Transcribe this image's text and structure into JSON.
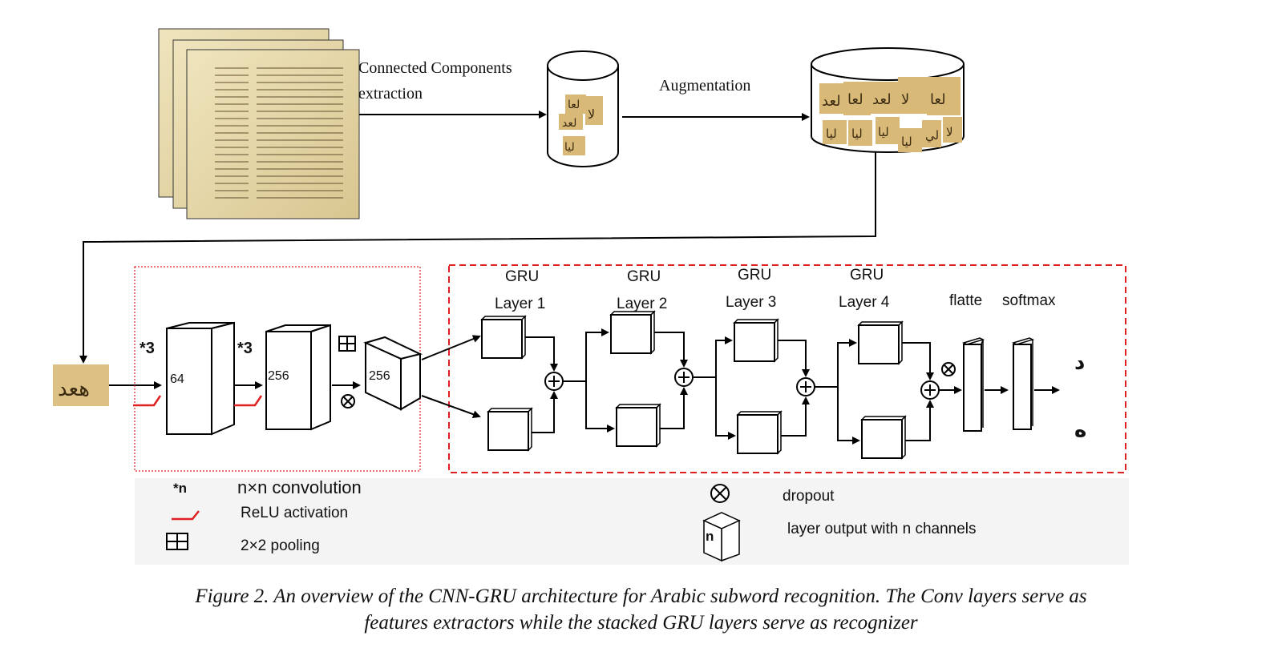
{
  "top": {
    "cc_label_line1": "Connected Components",
    "cc_label_line2": "extraction",
    "augmentation_label": "Augmentation"
  },
  "cnn": {
    "conv1_kernel": "*3",
    "conv1_channels": "64",
    "conv2_kernel": "*3",
    "conv2_channels": "256",
    "pool_channels": "256"
  },
  "gru": {
    "layers": [
      {
        "title": "GRU",
        "sub": "Layer 1"
      },
      {
        "title": "GRU",
        "sub": "Layer 2"
      },
      {
        "title": "GRU",
        "sub": "Layer 3"
      },
      {
        "title": "GRU",
        "sub": "Layer 4"
      }
    ],
    "flatten_label": "flatte",
    "softmax_label": "softmax",
    "output_top": "د",
    "output_bottom": "ه"
  },
  "legend": {
    "conv_symbol": "*n",
    "conv_text": "n×n convolution",
    "relu_text": "ReLU activation",
    "pool_text": "2×2 pooling",
    "dropout_text": "dropout",
    "layer_symbol": "n",
    "layer_text": "layer output with n channels"
  },
  "caption": {
    "line1": "Figure 2. An overview of the CNN-GRU architecture for Arabic subword recognition. The Conv layers serve as",
    "line2": "features extractors while the stacked GRU layers serve as recognizer"
  },
  "colors": {
    "parchment": "#e6d9a8",
    "relu_red": "#e02020",
    "dash_red": "#e02020",
    "legend_bg": "#f4f4f4"
  }
}
